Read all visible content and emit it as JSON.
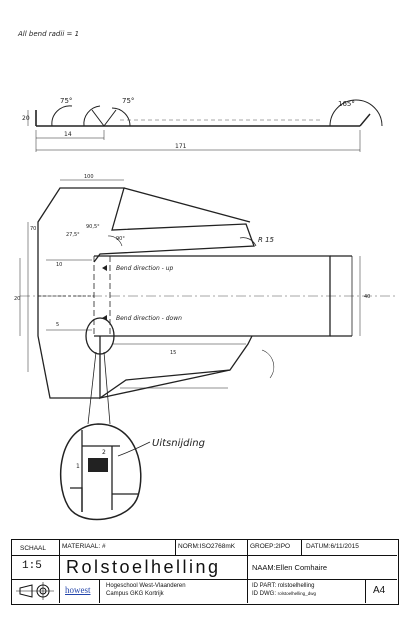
{
  "sheet": {
    "corner_note": "All bend radii = 1"
  },
  "top_view": {
    "dim_left_height": "20",
    "dim_left_angle": "75°",
    "dim_mid_angle": "75°",
    "dim_right_angle": "165°",
    "dim_left_segment": "14",
    "dim_total_length": "171"
  },
  "flat_pattern": {
    "dim_top": "100",
    "dim_left_vertical": "70",
    "dim_angle_a": "27,5°",
    "dim_angle_b": "90,5°",
    "dim_angle_c": "90°",
    "dim_radius": "R 15",
    "bend_up_label": "Bend direction - up",
    "bend_down_label": "Bend direction - down",
    "dim_height_left": "20",
    "dim_small_a": "10",
    "dim_small_b": "5",
    "dim_small_c": "15",
    "dim_right_note": "40"
  },
  "detail": {
    "label": "Uitsnijding",
    "dim_a": "2",
    "dim_b": "1"
  },
  "titleblock": {
    "scale_label": "SCHAAL",
    "scale_value": "1:5",
    "material_label": "MATERIAAL:",
    "material_value": "#",
    "norm_label": "NORM:",
    "norm_value": "ISO2768mK",
    "group_label": "GROEP:",
    "group_value": "2IPO",
    "date_label": "DATUM:",
    "date_value": "6/11/2015",
    "title": "Rolstoelhelling",
    "name_label": "NAAM:",
    "name_value": "Ellen Comhaire",
    "logo_text": "howest",
    "school_line1": "Hogeschool West-Vlaanderen",
    "school_line2": "Campus GKG Kortrijk",
    "part_label": "ID PART:",
    "part_value": "rolstoelhelling",
    "dwg_label": "ID DWG:",
    "dwg_value": "rolstoelhelling_dwg",
    "format": "A4"
  }
}
